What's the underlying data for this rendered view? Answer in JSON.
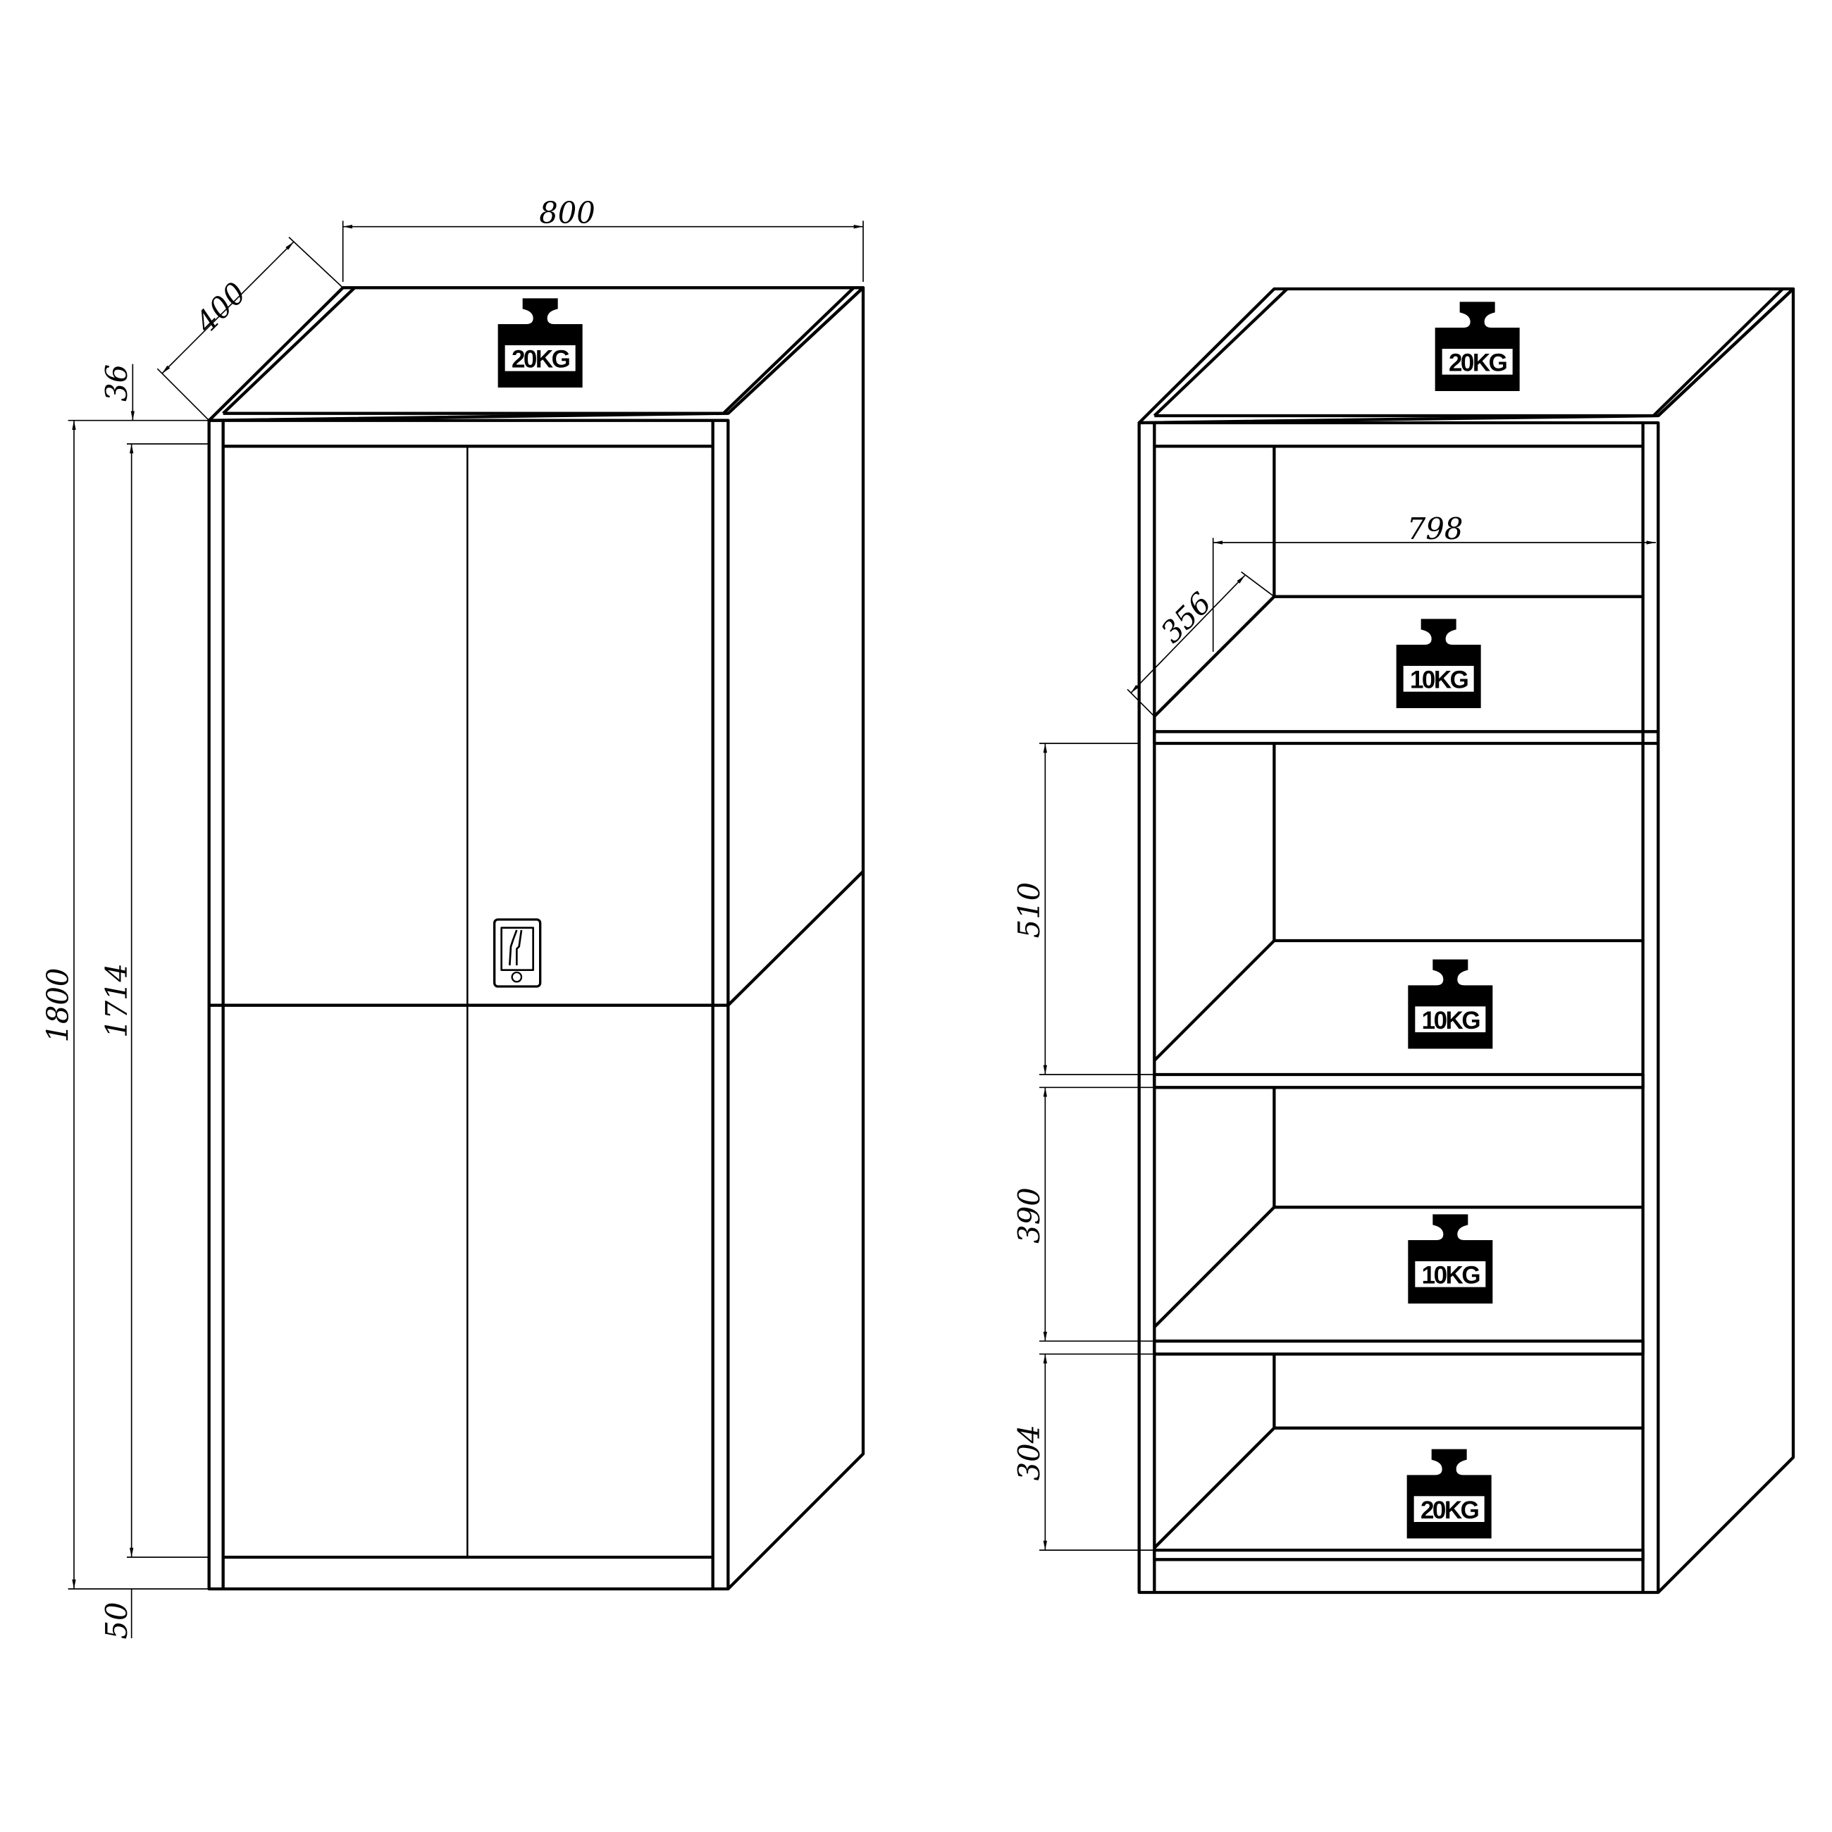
{
  "title": "Cabinet dimension drawing",
  "colors": {
    "line": "#000000",
    "background": "#ffffff"
  },
  "closed_cabinet": {
    "dimensions": {
      "width": "800",
      "depth": "400",
      "top_thickness": "36",
      "height": "1800",
      "door_height": "1714",
      "base_height": "50"
    },
    "top_load": "20KG",
    "lock_icon": "door-lock-icon"
  },
  "open_cabinet": {
    "dimensions": {
      "inner_width": "798",
      "shelf_depth": "356",
      "gap_1": "510",
      "gap_2": "390",
      "gap_3": "304"
    },
    "top_load": "20KG",
    "shelf_loads": [
      "10KG",
      "10KG",
      "10KG",
      "20KG"
    ]
  }
}
